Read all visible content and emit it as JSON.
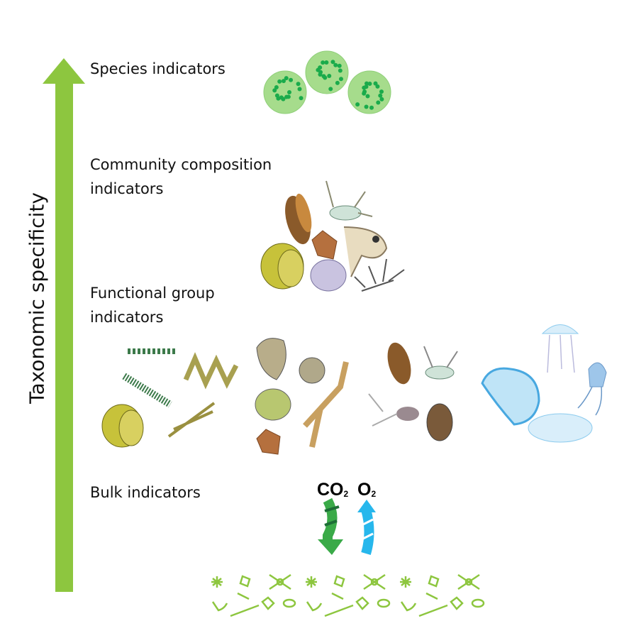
{
  "axis": {
    "label": "Taxonomic specificity",
    "color": "#8dc63f"
  },
  "levels": {
    "species": "Species indicators",
    "community_line1": "Community composition",
    "community_line2": "indicators",
    "functional_line1": "Functional group",
    "functional_line2": "indicators",
    "bulk": "Bulk indicators"
  },
  "gases": {
    "co2_main": "CO",
    "co2_sub": "2",
    "o2_main": "O",
    "o2_sub": "2",
    "co2_color": "#3aaa48",
    "o2_color": "#27b7ec"
  }
}
